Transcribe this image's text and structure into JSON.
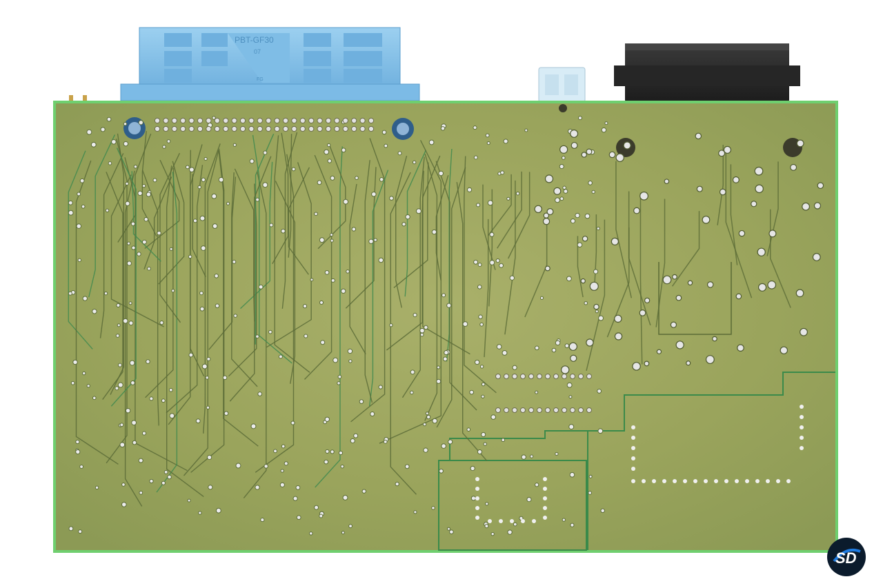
{
  "photo": {
    "subject": "",
    "connector_marking": "PBT-GF30",
    "connector_code": "07",
    "connector_small_text": "FG"
  },
  "watermark": {
    "text": "SD"
  },
  "colors": {
    "background": "#ffffff",
    "pcb_green": "#9fa85f",
    "pcb_edge": "#6fcf6f",
    "copper_trace": "#5b6b37",
    "via_silver": "#e8e8e8",
    "connector_blue": "#86c0e6",
    "connector_black": "#2a2a2a",
    "logo_dark": "#0b1b2c",
    "logo_blue": "#1f7be0"
  }
}
